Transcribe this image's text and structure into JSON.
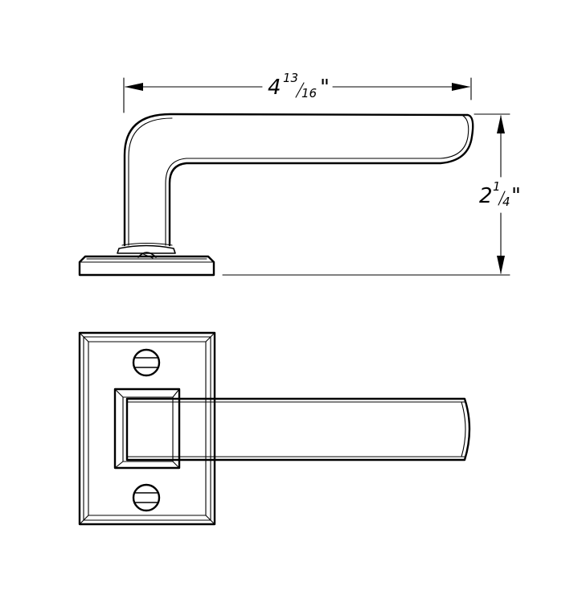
{
  "dimensions": {
    "width": {
      "whole": "4",
      "numerator": "13",
      "denominator": "16",
      "unit_mark": "\""
    },
    "height": {
      "whole": "2",
      "numerator": "1",
      "denominator": "4",
      "unit_mark": "\""
    }
  },
  "colors": {
    "line": "#000000",
    "background": "#ffffff"
  }
}
